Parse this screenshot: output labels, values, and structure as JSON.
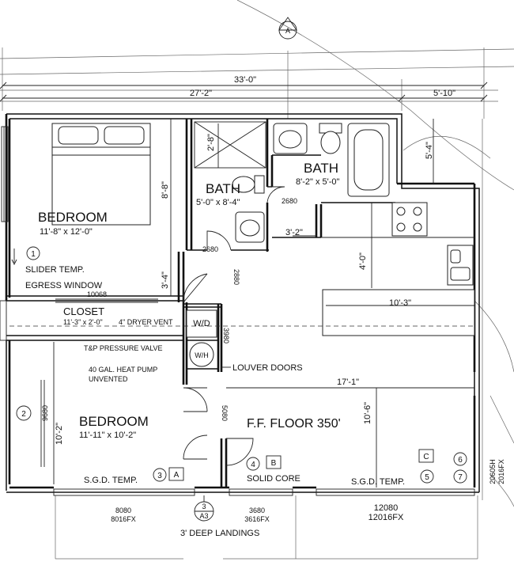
{
  "section_marker": {
    "letter": "A"
  },
  "dimensions": {
    "overall_width": "33'-0\"",
    "left_width": "27'-2\"",
    "right_width": "5'-10\"",
    "right_height": "5'-4\"",
    "kitchen_depth": "4'-0\"",
    "island_width": "10'-3\"",
    "great_room_width": "17'-1\"",
    "great_room_depth": "10'-6\"",
    "closet_height": "3'-4\"",
    "bedroom1_height": "8'-8\"",
    "shower_dim": "2'-8\"",
    "bath2_door_dim": "3'-2\"",
    "bedroom2_height": "10'-2\""
  },
  "rooms": {
    "bedroom1": {
      "name": "BEDROOM",
      "size": "11'-8\" x 12'-0\""
    },
    "bath1": {
      "name": "BATH",
      "size": "5'-0\" x 8'-4\""
    },
    "bath2": {
      "name": "BATH",
      "size": "8'-2\" x 5'-0\""
    },
    "closet": {
      "name": "CLOSET",
      "size": "11'-3\" x 2'-0\""
    },
    "bedroom2": {
      "name": "BEDROOM",
      "size": "11'-11\" x 10'-2\""
    },
    "floor": {
      "name": "F.F. FLOOR 350'"
    }
  },
  "door_tags": {
    "bath2_door": "2680",
    "bath1_door": "2680",
    "bedroom1_door": "2880",
    "closet_door": "10068",
    "laundry_door": "3980",
    "bedroom2_door": "9680",
    "entry_door": "5080"
  },
  "notes": {
    "egress_1": "SLIDER TEMP.",
    "egress_2": "EGRESS WINDOW",
    "dryer_vent": "4\" DRYER VENT",
    "tp_valve": "T&P PRESSURE VALVE",
    "heat_pump_1": "40 GAL. HEAT PUMP",
    "heat_pump_2": "UNVENTED",
    "louver": "LOUVER DOORS",
    "sgd_left": "S.G.D. TEMP.",
    "solid_core": "SOLID CORE",
    "sgd_right": "S.G.D. TEMP.",
    "landings": "3' DEEP LANDINGS"
  },
  "appliances": {
    "washer_dryer": "W/D",
    "water_heater": "W/H"
  },
  "tags": {
    "t1": "1",
    "t2": "2",
    "t3": "3",
    "tA": "A",
    "t4": "4",
    "tB": "B",
    "tC": "C",
    "t5": "5",
    "t6": "6",
    "t7": "7",
    "detail_num": "3",
    "detail_sheet": "A3"
  },
  "window_tags": {
    "w_left_1": "8080",
    "w_left_2": "8016FX",
    "w_mid_1": "3680",
    "w_mid_2": "3616FX",
    "w_right_1": "12080",
    "w_right_2": "12016FX",
    "w_side_1": "20605H",
    "w_side_2": "2016FX"
  }
}
